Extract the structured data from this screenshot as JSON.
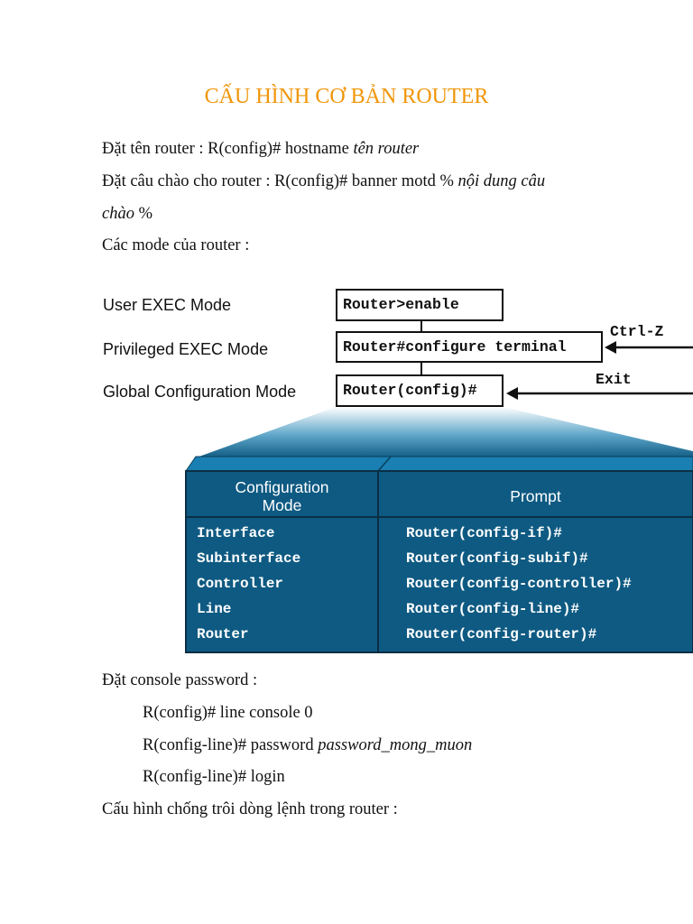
{
  "title": "CẤU HÌNH CƠ BẢN ROUTER",
  "lines": {
    "hostname": {
      "text": "Đặt tên router : R(config)# hostname ",
      "italic": "tên router"
    },
    "banner": {
      "text": "Đặt câu chào cho router : R(config)# banner motd % ",
      "italic": "nội dung câu"
    },
    "banner_cont": {
      "italic": "chào",
      "text": " %"
    },
    "modes": "Các mode của router :",
    "console_heading": "Đặt console password :",
    "console_cmd1": "R(config)# line console 0",
    "console_cmd2": {
      "text": "R(config-line)# password ",
      "italic": "password_mong_muon"
    },
    "console_cmd3": "R(config-line)# login",
    "logging_heading": "Cấu hình chống trôi dòng lệnh trong router :"
  },
  "diagram": {
    "mode_labels": [
      "User EXEC Mode",
      "Privileged EXEC Mode",
      "Global Configuration Mode"
    ],
    "commands": [
      "Router>enable",
      "Router#configure terminal",
      "Router(config)#"
    ],
    "arrow_labels": [
      "Ctrl-Z",
      "Exit"
    ],
    "table": {
      "headers": [
        "Configuration\nMode",
        "Prompt"
      ],
      "rows": [
        [
          "Interface",
          "Router(config-if)#"
        ],
        [
          "Subinterface",
          "Router(config-subif)#"
        ],
        [
          "Controller",
          "Router(config-controller)#"
        ],
        [
          "Line",
          "Router(config-line)#"
        ],
        [
          "Router",
          "Router(config-router)#"
        ]
      ]
    },
    "colors": {
      "table_fill": "#0e5a82",
      "table_top": "#1a7fb2",
      "funnel": "#2f86b3"
    }
  }
}
